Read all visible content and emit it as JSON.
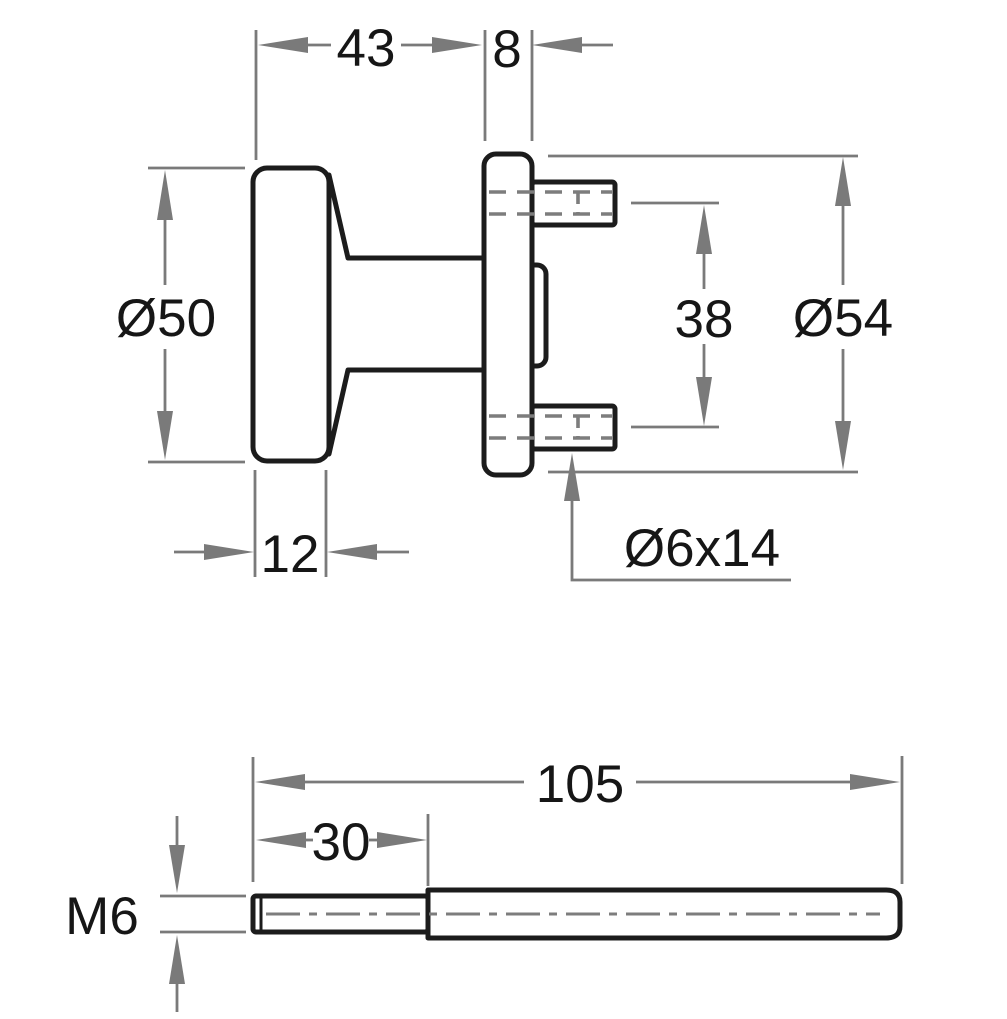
{
  "colors": {
    "background": "#ffffff",
    "outline": "#1c1c1c",
    "dimension_lines": "#7a7a7a",
    "dimension_text": "#161616"
  },
  "dims": {
    "knob_depth": "43",
    "rose_thickness": "8",
    "knob_diameter": "Ø50",
    "hole_spacing": "38",
    "rose_diameter": "Ø54",
    "knob_face_thickness": "12",
    "pin_callout": "Ø6x14",
    "spindle_length": "105",
    "thread_length": "30",
    "thread_size": "M6"
  }
}
